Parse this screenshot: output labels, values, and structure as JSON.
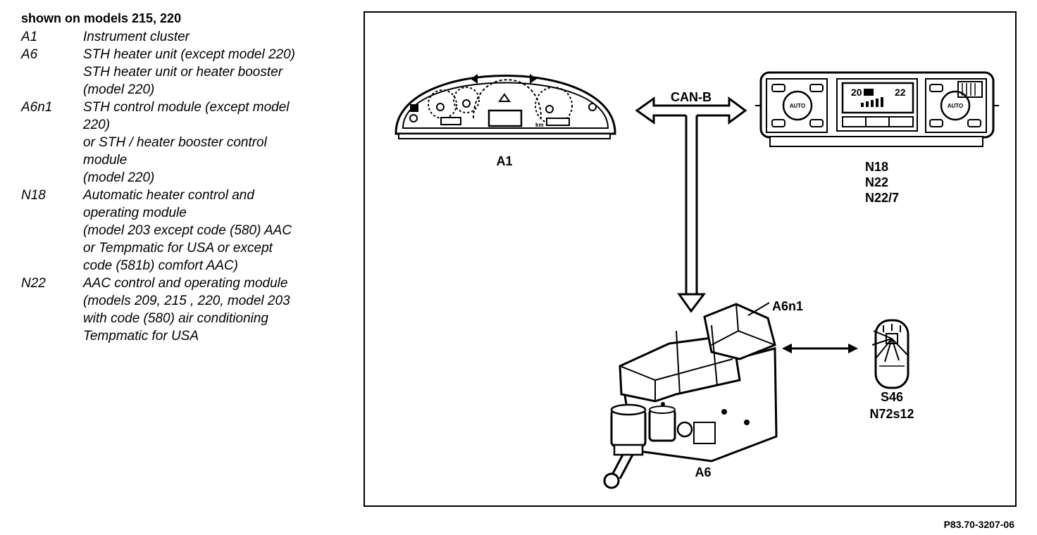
{
  "legend": {
    "heading": "shown on models 215, 220",
    "items": [
      {
        "code": "A1",
        "lines": [
          "Instrument cluster"
        ]
      },
      {
        "code": "A6",
        "lines": [
          "STH heater unit (except model 220)",
          "STH heater unit or heater booster",
          "(model 220)"
        ]
      },
      {
        "code": "A6n1",
        "lines": [
          "STH control module (except model",
          "220)",
          "or STH / heater booster control",
          "module",
          "(model 220)"
        ]
      },
      {
        "code": "N18",
        "lines": [
          "Automatic heater control and",
          "operating module",
          "(model 203 except code (580) AAC",
          "or Tempmatic for USA or except",
          "code (581b) comfort AAC)"
        ]
      },
      {
        "code": "N22",
        "lines": [
          "AAC control and operating module",
          "(models 209, 215 , 220, model 203",
          "with code (580) air conditioning",
          "Tempmatic for USA"
        ]
      }
    ]
  },
  "diagram": {
    "bus_label": "CAN-B",
    "a1_label": "A1",
    "control_labels": [
      "N18",
      "N22",
      "N22/7"
    ],
    "a6n1_label": "A6n1",
    "a6_label": "A6",
    "switch_labels": [
      "S46",
      "N72s12"
    ],
    "cluster_display": {
      "left": "20",
      "right": "22"
    }
  },
  "reference": "P83.70-3207-06"
}
